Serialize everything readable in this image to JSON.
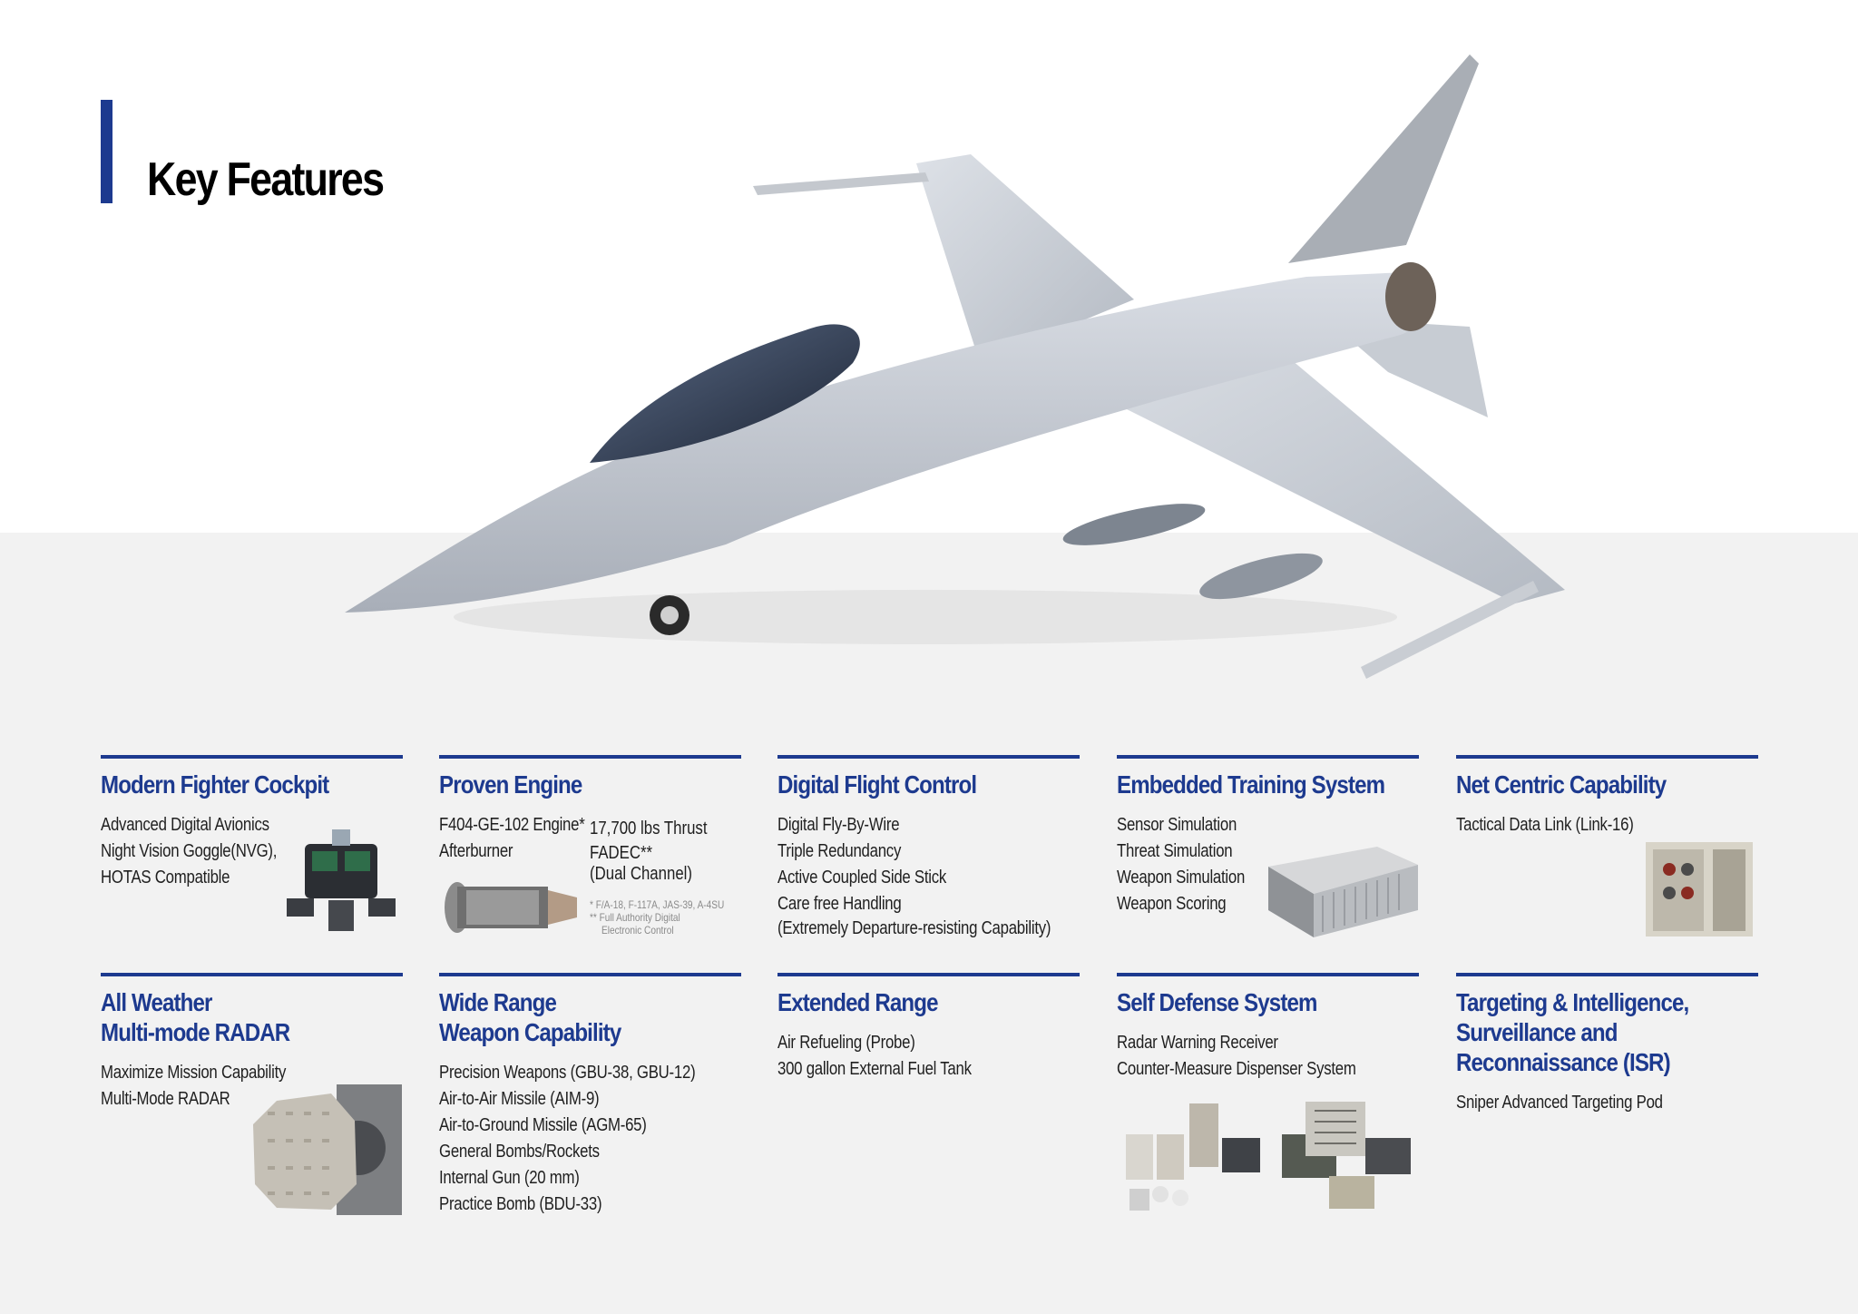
{
  "title": "Key Features",
  "features": [
    {
      "title": "Modern Fighter Cockpit",
      "lines": [
        "Advanced Digital Avionics",
        "Night Vision Goggle(NVG),",
        "HOTAS Compatible"
      ]
    },
    {
      "title": "Proven Engine",
      "lines": [
        "F404-GE-102 Engine*",
        "Afterburner"
      ],
      "lines2": [
        "17,700 lbs Thrust",
        "FADEC**",
        "(Dual Channel)"
      ],
      "notes": [
        "* F/A-18, F-117A, JAS-39, A-4SU",
        "** Full Authority Digital",
        "Electronic Control"
      ]
    },
    {
      "title": "Digital Flight Control",
      "lines": [
        "Digital Fly-By-Wire",
        "Triple Redundancy",
        "Active Coupled Side Stick",
        "Care free Handling",
        "(Extremely Departure-resisting Capability)"
      ]
    },
    {
      "title": "Embedded Training System",
      "lines": [
        "Sensor Simulation",
        "Threat Simulation",
        "Weapon Simulation",
        "Weapon Scoring"
      ]
    },
    {
      "title": "Net Centric Capability",
      "lines": [
        "Tactical Data Link (Link-16)"
      ]
    },
    {
      "title_lines": [
        "All Weather",
        "Multi-mode RADAR"
      ],
      "lines": [
        "Maximize Mission Capability",
        "Multi-Mode RADAR"
      ]
    },
    {
      "title_lines": [
        "Wide Range",
        "Weapon Capability"
      ],
      "lines": [
        "Precision Weapons (GBU-38, GBU-12)",
        "Air-to-Air Missile (AIM-9)",
        "Air-to-Ground Missile (AGM-65)",
        "General Bombs/Rockets",
        "Internal Gun (20 mm)",
        "Practice Bomb (BDU-33)"
      ]
    },
    {
      "title": "Extended Range",
      "lines": [
        "Air Refueling (Probe)",
        "300 gallon External Fuel Tank"
      ]
    },
    {
      "title": "Self Defense System",
      "lines": [
        "Radar Warning Receiver",
        "Counter-Measure Dispenser System"
      ]
    },
    {
      "title_lines": [
        "Targeting & Intelligence,",
        "Surveillance and",
        "Reconnaissance (ISR)"
      ],
      "lines": [
        "Sniper Advanced Targeting Pod"
      ]
    }
  ],
  "colors": {
    "accent": "#1d3a8f",
    "lower_bg": "#f2f2f2"
  }
}
